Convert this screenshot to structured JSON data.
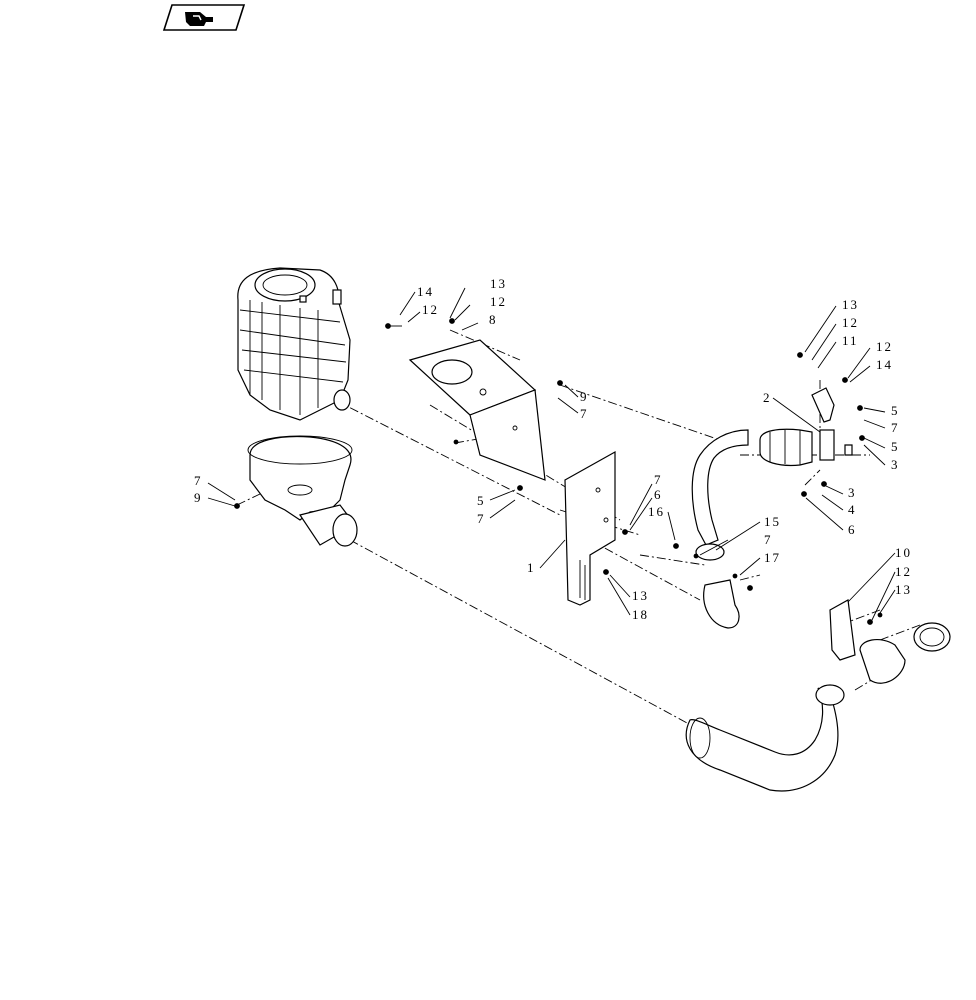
{
  "badge": {
    "icon": "hand-pointer-icon"
  },
  "callouts": [
    {
      "id": "c-14a",
      "text": "14"
    },
    {
      "id": "c-12a",
      "text": "12"
    },
    {
      "id": "c-13a",
      "text": "13"
    },
    {
      "id": "c-12b",
      "text": "12"
    },
    {
      "id": "c-8",
      "text": "8"
    },
    {
      "id": "c-9a",
      "text": "9"
    },
    {
      "id": "c-7a",
      "text": "7"
    },
    {
      "id": "c-7b",
      "text": "7"
    },
    {
      "id": "c-9b",
      "text": "9"
    },
    {
      "id": "c-5a",
      "text": "5"
    },
    {
      "id": "c-7c",
      "text": "7"
    },
    {
      "id": "c-7d",
      "text": "7"
    },
    {
      "id": "c-6a",
      "text": "6"
    },
    {
      "id": "c-16",
      "text": "16"
    },
    {
      "id": "c-15",
      "text": "15"
    },
    {
      "id": "c-7e",
      "text": "7"
    },
    {
      "id": "c-17",
      "text": "17"
    },
    {
      "id": "c-1",
      "text": "1"
    },
    {
      "id": "c-13b",
      "text": "13"
    },
    {
      "id": "c-18",
      "text": "18"
    },
    {
      "id": "c-13c",
      "text": "13"
    },
    {
      "id": "c-12c",
      "text": "12"
    },
    {
      "id": "c-11",
      "text": "11"
    },
    {
      "id": "c-12d",
      "text": "12"
    },
    {
      "id": "c-14b",
      "text": "14"
    },
    {
      "id": "c-2",
      "text": "2"
    },
    {
      "id": "c-5b",
      "text": "5"
    },
    {
      "id": "c-7f",
      "text": "7"
    },
    {
      "id": "c-5c",
      "text": "5"
    },
    {
      "id": "c-3a",
      "text": "3"
    },
    {
      "id": "c-3b",
      "text": "3"
    },
    {
      "id": "c-4",
      "text": "4"
    },
    {
      "id": "c-6b",
      "text": "6"
    },
    {
      "id": "c-10",
      "text": "10"
    },
    {
      "id": "c-12e",
      "text": "12"
    },
    {
      "id": "c-13d",
      "text": "13"
    }
  ]
}
